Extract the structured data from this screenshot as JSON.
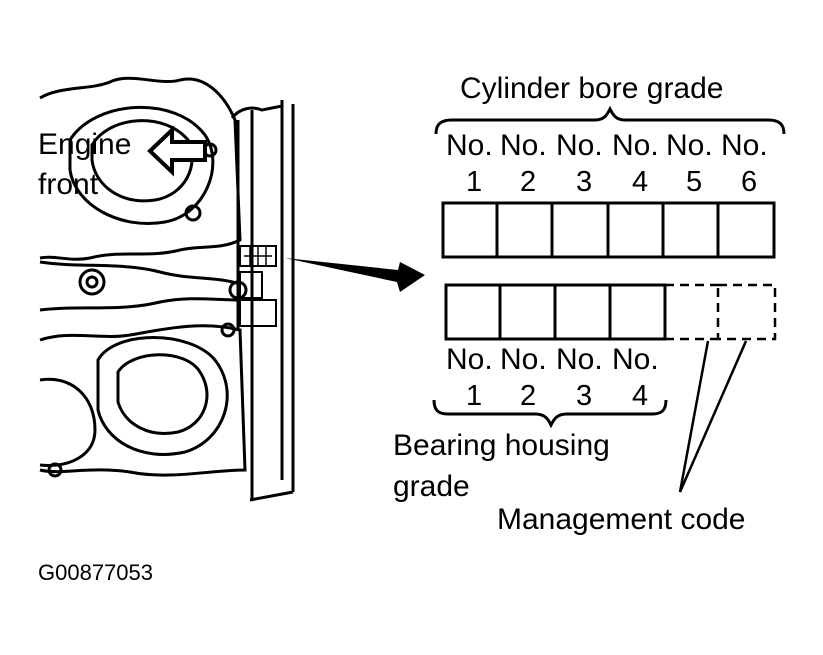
{
  "engine_label": [
    "Engine",
    "front"
  ],
  "cylinder_bore_grade": {
    "title": "Cylinder bore grade",
    "no_prefix": "No.",
    "numbers": [
      "1",
      "2",
      "3",
      "4",
      "5",
      "6"
    ]
  },
  "bearing_housing_grade": {
    "title_lines": [
      "Bearing housing",
      "grade"
    ],
    "no_prefix": "No.",
    "numbers": [
      "1",
      "2",
      "3",
      "4"
    ]
  },
  "management_code_label": "Management code",
  "figure_id": "G00877053"
}
